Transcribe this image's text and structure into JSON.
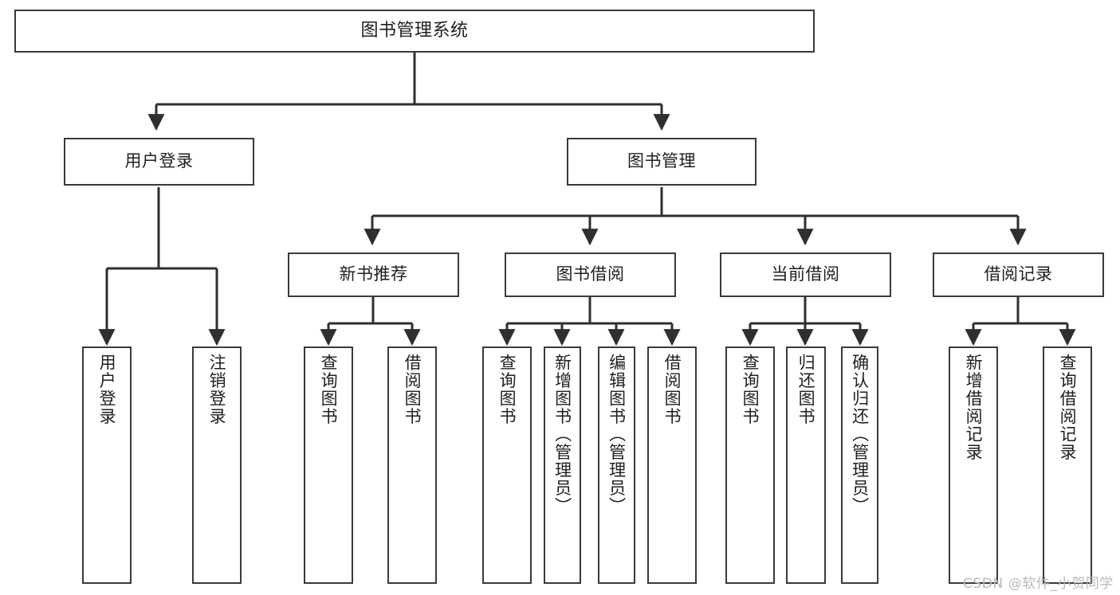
{
  "diagram": {
    "type": "tree",
    "title": "图书管理系统",
    "orientation": "top-down",
    "colors": {
      "box_border": "#3a3a3a",
      "box_fill": "#ffffff",
      "connector": "#2f2f2f",
      "text": "#1f1f1f",
      "watermark": "#b9b9b9",
      "background": "#ffffff"
    },
    "root": {
      "id": "root",
      "label": "图书管理系统"
    },
    "level2": [
      {
        "id": "n_login",
        "label": "用户登录"
      },
      {
        "id": "n_bookmgmt",
        "label": "图书管理"
      }
    ],
    "level3": [
      {
        "id": "n_newrec",
        "label": "新书推荐",
        "parent": "n_bookmgmt"
      },
      {
        "id": "n_borrow",
        "label": "图书借阅",
        "parent": "n_bookmgmt"
      },
      {
        "id": "n_current",
        "label": "当前借阅",
        "parent": "n_bookmgmt"
      },
      {
        "id": "n_record",
        "label": "借阅记录",
        "parent": "n_bookmgmt"
      }
    ],
    "leaves": [
      {
        "id": "l1",
        "label": "用户登录",
        "parent": "n_login"
      },
      {
        "id": "l2",
        "label": "注销登录",
        "parent": "n_login"
      },
      {
        "id": "l3",
        "label": "查询图书",
        "parent": "n_newrec"
      },
      {
        "id": "l4",
        "label": "借阅图书",
        "parent": "n_newrec"
      },
      {
        "id": "l5",
        "label": "查询图书",
        "parent": "n_borrow"
      },
      {
        "id": "l6",
        "label": "新增图书（管理员）",
        "parent": "n_borrow"
      },
      {
        "id": "l7",
        "label": "编辑图书（管理员）",
        "parent": "n_borrow"
      },
      {
        "id": "l8",
        "label": "借阅图书",
        "parent": "n_borrow"
      },
      {
        "id": "l9",
        "label": "查询图书",
        "parent": "n_current"
      },
      {
        "id": "l10",
        "label": "归还图书",
        "parent": "n_current"
      },
      {
        "id": "l11",
        "label": "确认归还（管理员）",
        "parent": "n_current"
      },
      {
        "id": "l12",
        "label": "新增借阅记录",
        "parent": "n_record"
      },
      {
        "id": "l13",
        "label": "查询借阅记录",
        "parent": "n_record"
      }
    ],
    "edges": [
      {
        "from": "root",
        "to": "n_login"
      },
      {
        "from": "root",
        "to": "n_bookmgmt"
      },
      {
        "from": "n_bookmgmt",
        "to": "n_newrec"
      },
      {
        "from": "n_bookmgmt",
        "to": "n_borrow"
      },
      {
        "from": "n_bookmgmt",
        "to": "n_current"
      },
      {
        "from": "n_bookmgmt",
        "to": "n_record"
      },
      {
        "from": "n_login",
        "to": "l1"
      },
      {
        "from": "n_login",
        "to": "l2"
      },
      {
        "from": "n_newrec",
        "to": "l3"
      },
      {
        "from": "n_newrec",
        "to": "l4"
      },
      {
        "from": "n_borrow",
        "to": "l5"
      },
      {
        "from": "n_borrow",
        "to": "l6"
      },
      {
        "from": "n_borrow",
        "to": "l7"
      },
      {
        "from": "n_borrow",
        "to": "l8"
      },
      {
        "from": "n_current",
        "to": "l9"
      },
      {
        "from": "n_current",
        "to": "l10"
      },
      {
        "from": "n_current",
        "to": "l11"
      },
      {
        "from": "n_record",
        "to": "l12"
      },
      {
        "from": "n_record",
        "to": "l13"
      }
    ]
  },
  "watermark": {
    "text": "CSDN @软件_小贺同学"
  }
}
